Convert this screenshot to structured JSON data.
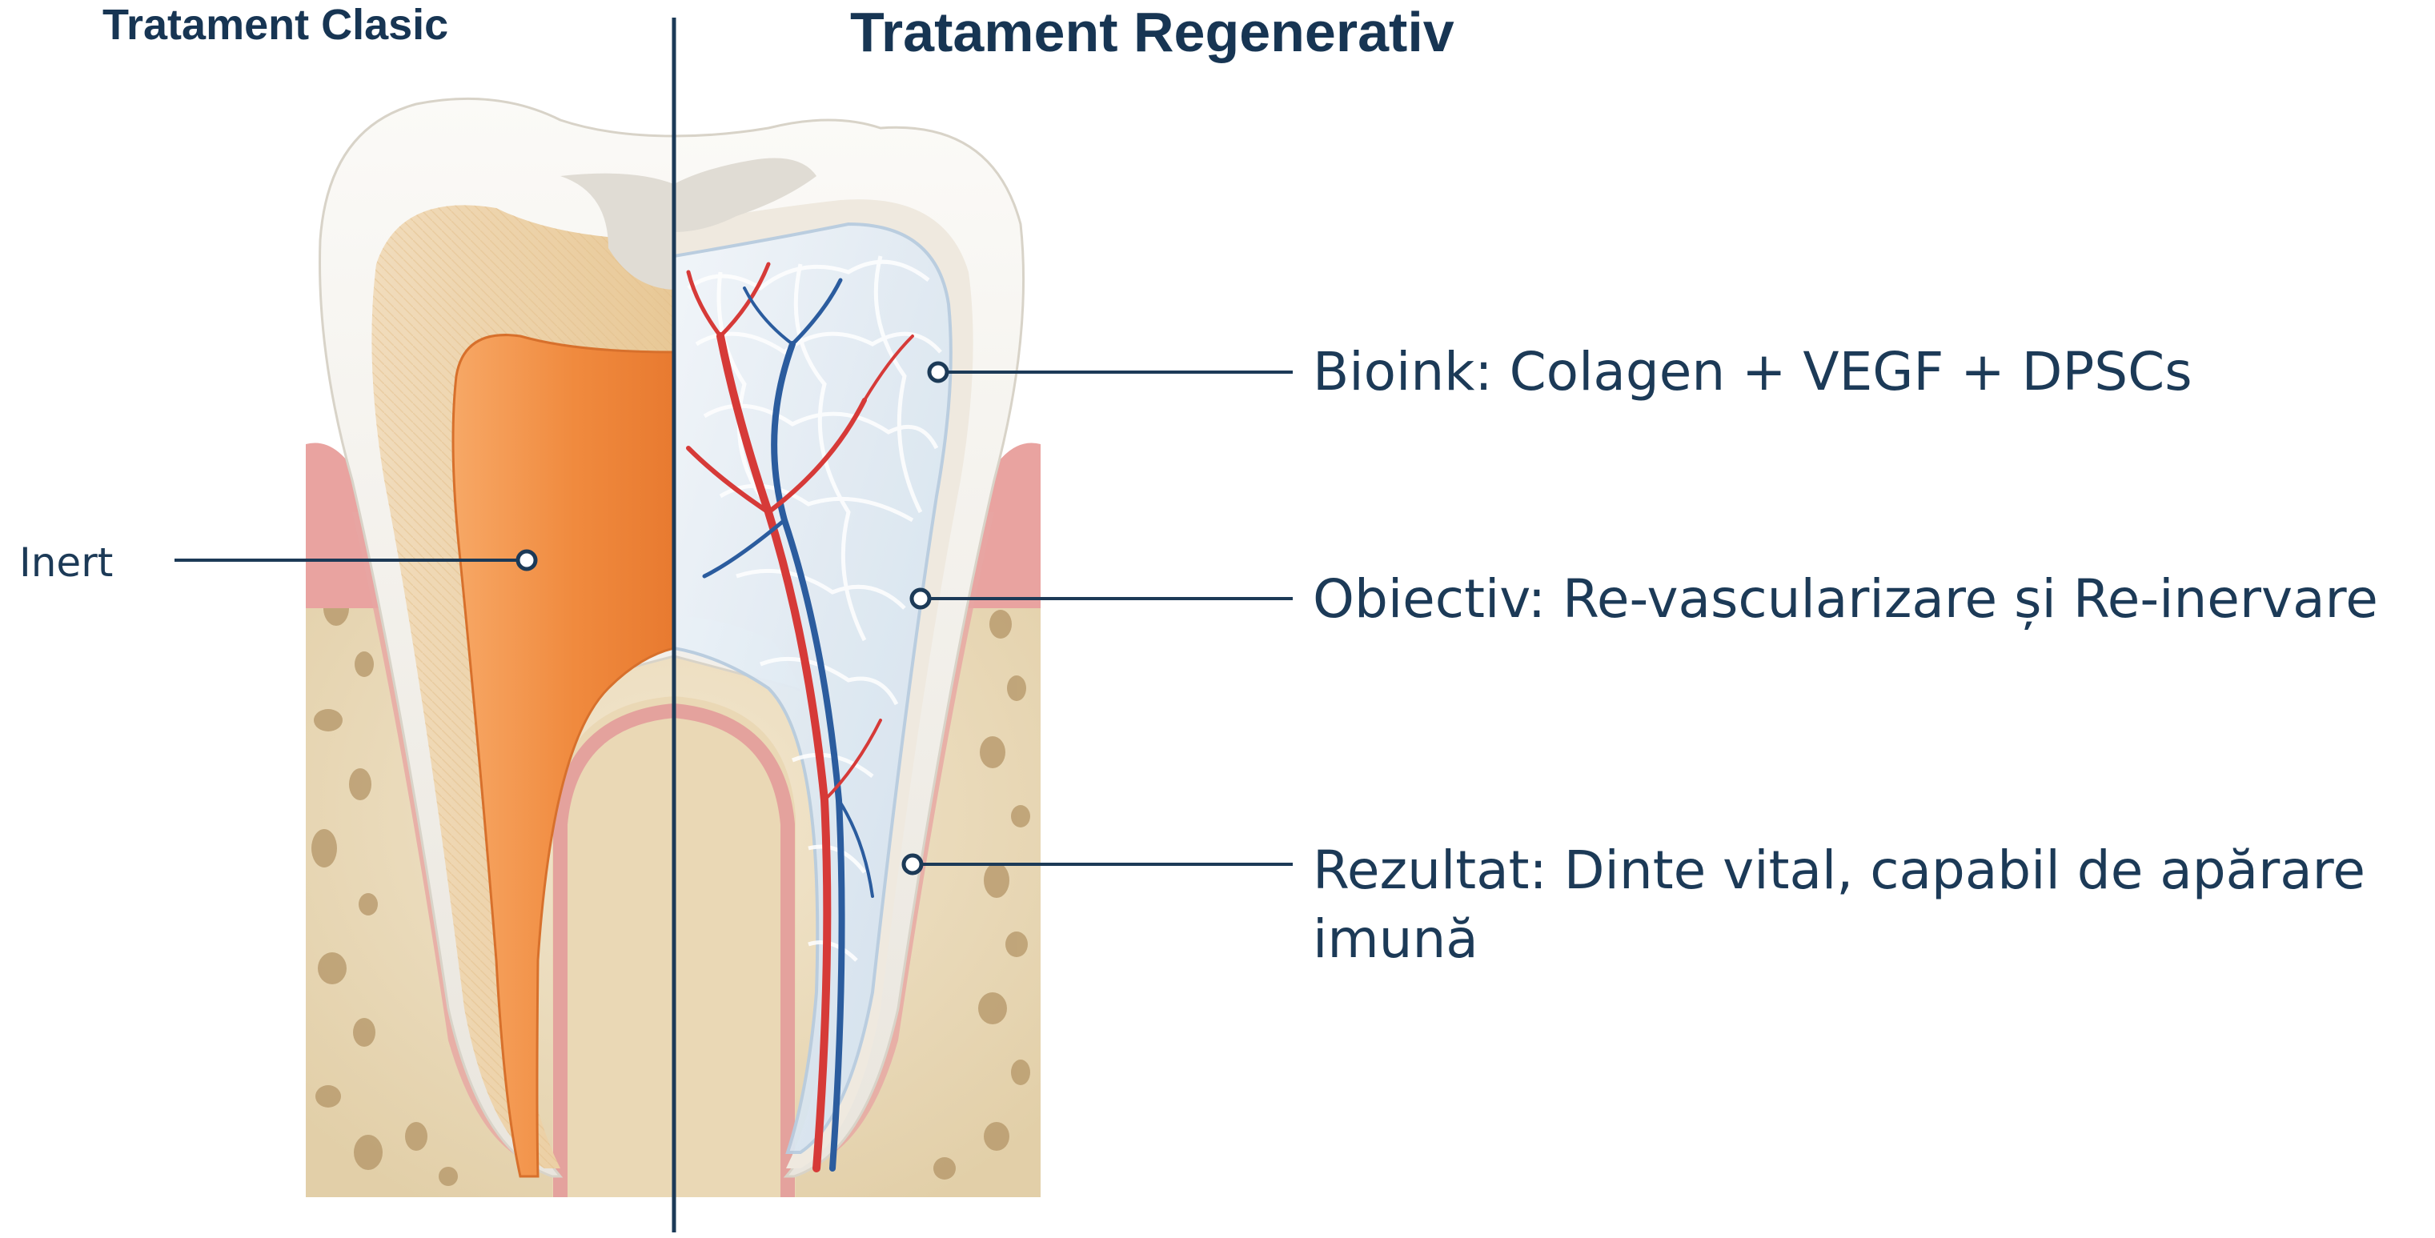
{
  "left_title": "Tratament Clasic",
  "right_title": "Tratament Regenerativ",
  "left_label": "Inert",
  "callouts": [
    "Bioink: Colagen + VEGF + DPSCs",
    "Obiectiv: Re-vascularizare și Re-inervare",
    "Rezultat: Dinte vital, capabil de apărare imună"
  ],
  "colors": {
    "text": "#1c3a57",
    "enamel": "#f3f1ec",
    "dentin": "#eed0a7",
    "pulp_inert": "#f08a3e",
    "gum": "#e79a9a",
    "bone": "#ecdcbc",
    "scaffold": "#d9e6f2",
    "artery": "#d63a38",
    "vein": "#2b5c9e",
    "divider": "#1c3a57"
  }
}
